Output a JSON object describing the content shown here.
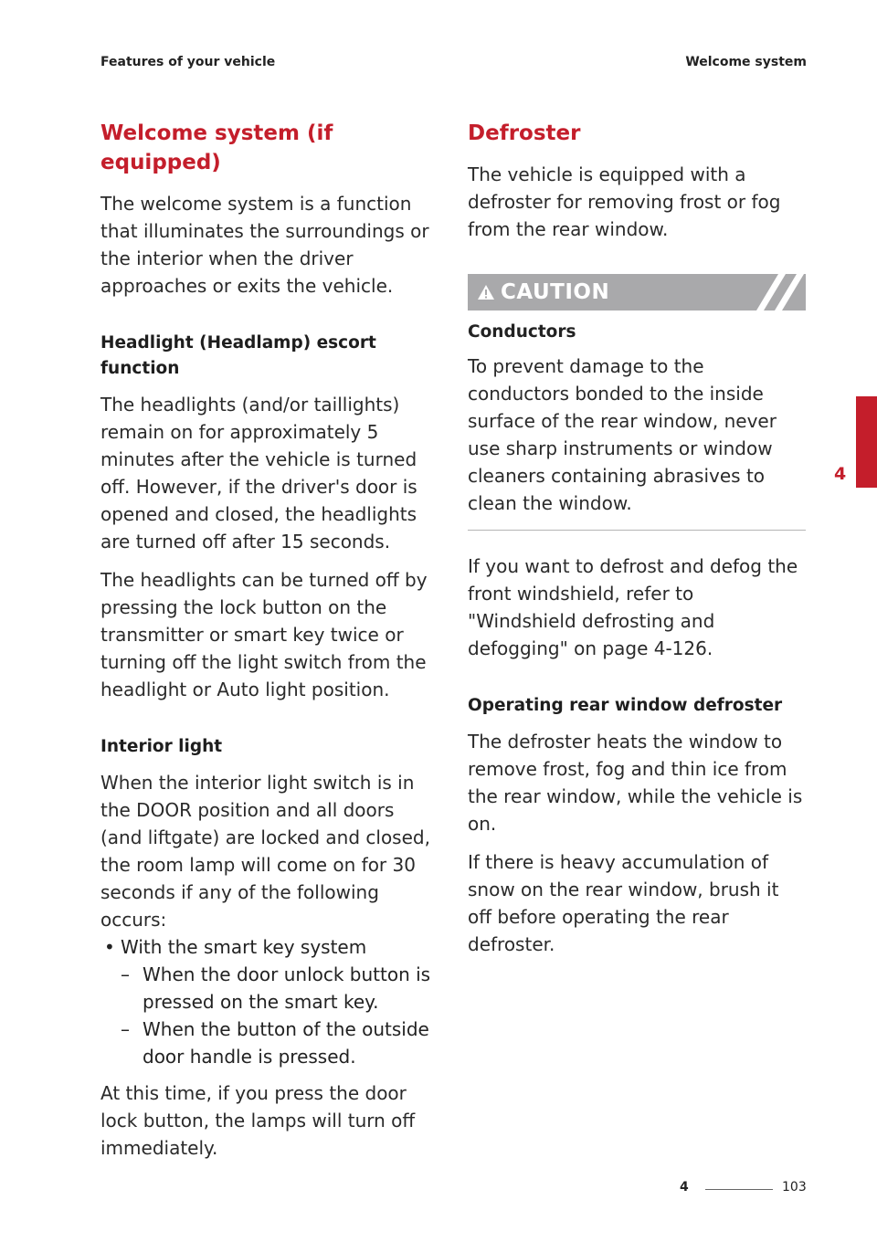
{
  "header": {
    "left": "Features of your vehicle",
    "right": "Welcome system"
  },
  "left": {
    "title": "Welcome system (if equipped)",
    "intro": "The welcome system is a function that illuminates the surroundings or the interior when the driver approaches or exits the vehicle.",
    "escort": {
      "heading": "Headlight (Headlamp) escort function",
      "p1": "The headlights (and/or taillights) remain on for approximately 5 minutes after the vehicle is turned off. However, if the driver's door is opened and closed, the headlights are turned off after 15 seconds.",
      "p2": "The headlights can be turned off by pressing the lock button on the transmitter or smart key twice or turning off the light switch from the headlight or Auto light position."
    },
    "interior": {
      "heading": "Interior light",
      "p1": "When the interior light switch is in the DOOR position and all doors (and liftgate) are locked and closed, the room lamp will come on for 30 seconds if any of the following occurs:",
      "bullet": "With the smart key system",
      "dash1": "When the door unlock button is pressed on the smart key.",
      "dash2": "When the button of the outside door handle is pressed.",
      "p2": "At this time, if you press the door lock button, the lamps will turn off immediately."
    }
  },
  "right": {
    "title": "Defroster",
    "intro": "The vehicle is equipped with a defroster for removing frost or fog from the rear window.",
    "caution": {
      "label": "CAUTION",
      "icon": "warning-triangle-icon",
      "heading": "Conductors",
      "text": "To prevent damage to the conductors bonded to the inside surface of the rear window, never use sharp instruments or window cleaners containing abrasives to clean the window."
    },
    "windshield_ref": "If you want to defrost and defog the front windshield, refer to \"Windshield defrosting and defogging\" on page 4-126.",
    "operating": {
      "heading": "Operating rear window defroster",
      "p1": "The defroster heats the window to remove frost, fog and thin ice from the rear window, while the vehicle is on.",
      "p2": "If there is heavy accumulation of snow on the rear window, brush it off before operating the rear defroster."
    }
  },
  "chapter_tab": "4",
  "footer": {
    "chapter": "4",
    "page": "103"
  },
  "colors": {
    "accent": "#c41e2b",
    "caution_bar": "#a9a9ab"
  }
}
